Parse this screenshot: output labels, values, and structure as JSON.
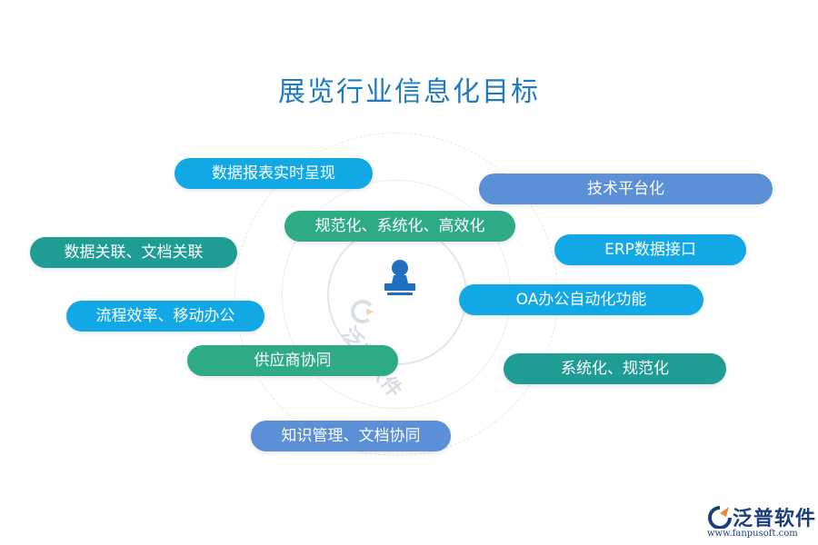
{
  "title": "展览行业信息化目标",
  "colors": {
    "title": "#1f7bc1",
    "cyan": "#12a8e6",
    "teal": "#1f9c93",
    "green": "#2eaa85",
    "blue": "#5b8fd6"
  },
  "center": {
    "icon": "user-stamp-icon"
  },
  "items": [
    {
      "id": "reports",
      "label": "数据报表实时呈现"
    },
    {
      "id": "tech",
      "label": "技术平台化"
    },
    {
      "id": "standard",
      "label": "规范化、系统化、高效化"
    },
    {
      "id": "data-link",
      "label": "数据关联、文档关联"
    },
    {
      "id": "erp",
      "label": "ERP数据接口"
    },
    {
      "id": "oa",
      "label": "OA办公自动化功能"
    },
    {
      "id": "flow",
      "label": "流程效率、移动办公"
    },
    {
      "id": "supplier",
      "label": "供应商协同"
    },
    {
      "id": "system",
      "label": "系统化、规范化"
    },
    {
      "id": "knowledge",
      "label": "知识管理、文档协同"
    }
  ],
  "watermark": {
    "text": "泛普软件",
    "icon": "fanpu-logo-icon"
  },
  "brand": {
    "name": "泛普软件",
    "url": "www.fanpusoft.com",
    "icon": "fanpu-logo-icon"
  }
}
